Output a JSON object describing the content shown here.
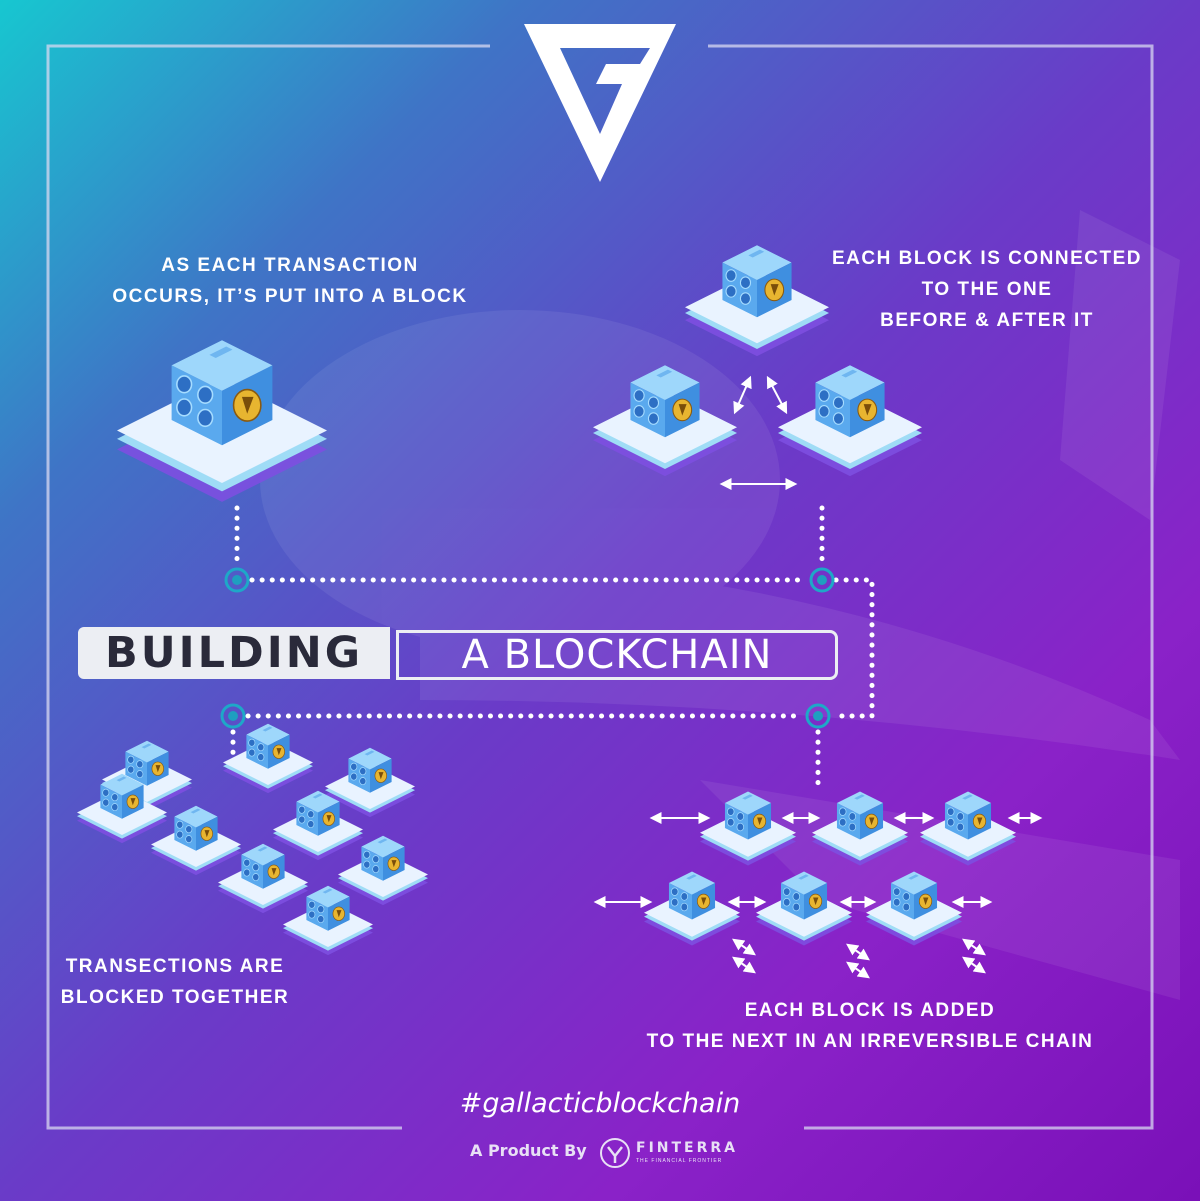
{
  "captions": {
    "top_left": [
      "AS EACH TRANSACTION",
      "OCCURS, IT’S PUT INTO A BLOCK"
    ],
    "top_right": [
      "EACH BLOCK IS CONNECTED",
      "TO THE ONE",
      "BEFORE & AFTER IT"
    ],
    "bottom_left": [
      "TRANSECTIONS ARE",
      "BLOCKED TOGETHER"
    ],
    "bottom_right": [
      "EACH BLOCK IS ADDED",
      "TO THE NEXT IN AN IRREVERSIBLE CHAIN"
    ]
  },
  "title": {
    "bold": "BUILDING",
    "light": "A BLOCKCHAIN"
  },
  "footer": {
    "hashtag": "#gallacticblockchain",
    "product_label": "A Product By",
    "brand": "FINTERRA",
    "brand_tagline": "THE FINANCIAL FRONTIER"
  },
  "icons": {
    "logo": "gallactic-g-logo-icon",
    "block": "blockchain-block-icon",
    "coin": "coin-icon",
    "brand": "finterra-logo-icon"
  },
  "colors": {
    "accent_teal": "#17c7d0",
    "accent_purple": "#8a22c8",
    "block_blue": "#59b6f2",
    "coin_gold": "#e8b530",
    "connector_white": "#ffffff",
    "node_ring": "#1ea8c8"
  }
}
